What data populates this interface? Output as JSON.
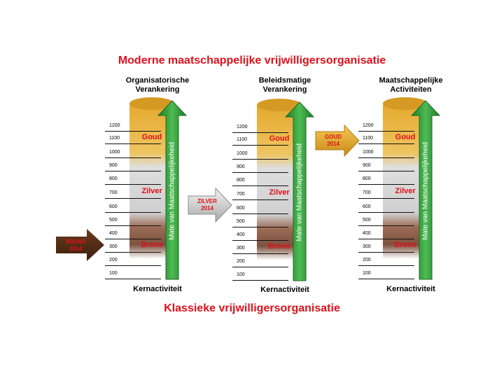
{
  "titles": {
    "top": "Moderne maatschappelijke vrijwilligersorganisatie",
    "bottom": "Klassieke vrijwilligersorganisatie"
  },
  "columns": [
    {
      "head1": "Organisatorische",
      "head2": "Verankering",
      "foot": "Kernactiviteit",
      "arrow_label": "Mate van Maatschappelijkeheid"
    },
    {
      "head1": "Beleidsmatige",
      "head2": "Verankering",
      "foot": "Kernactiviteit",
      "arrow_label": "Mate van Maatschappelijkeheid"
    },
    {
      "head1": "Maatschappelijke",
      "head2": "Activiteiten",
      "foot": "Kernactiviteit",
      "arrow_label": "Mate van Maatschappelijkeheid"
    }
  ],
  "scale": [
    "1200",
    "1100",
    "1000",
    "900",
    "800",
    "700",
    "600",
    "500",
    "400",
    "300",
    "200",
    "100"
  ],
  "bands": {
    "gold": "Goud",
    "silver": "Zilver",
    "bronze": "Brons"
  },
  "badges": {
    "bronze": {
      "line1": "BRONS",
      "line2": "2014"
    },
    "silver": {
      "line1": "ZILVER",
      "line2": "2014"
    },
    "gold": {
      "line1": "GOUD",
      "line2": "2014"
    }
  },
  "colors": {
    "title": "#e0101a",
    "gold": "#e7b23a",
    "silver": "#d9d9d9",
    "bronze": "#8a5a45",
    "arrow": "#2e9b3a"
  }
}
